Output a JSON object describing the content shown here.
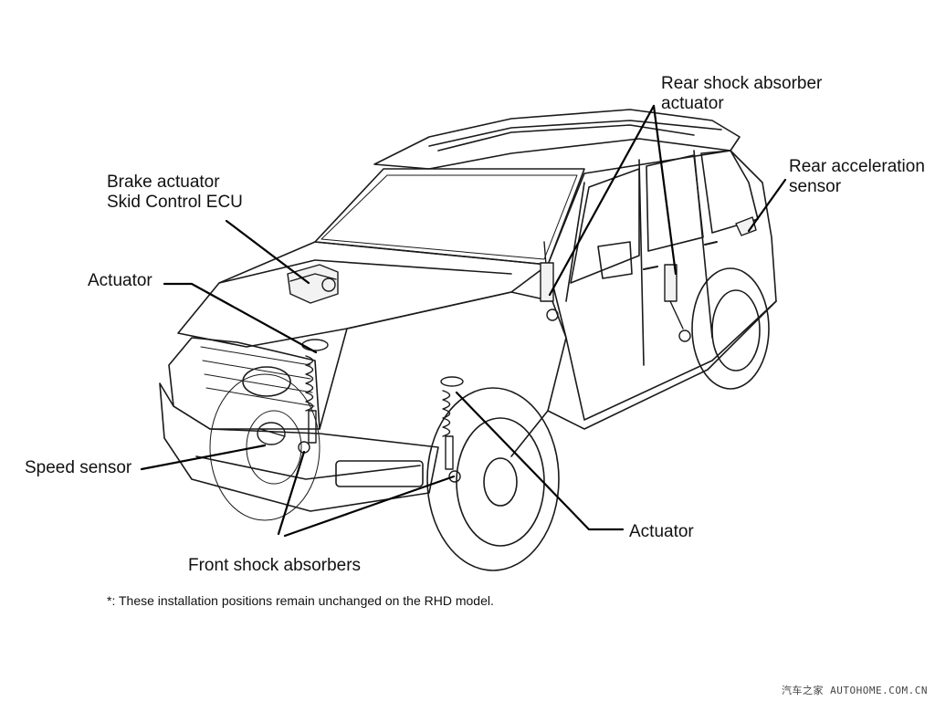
{
  "labels": {
    "brake_actuator": [
      "Brake actuator",
      "Skid Control ECU"
    ],
    "actuator_front": "Actuator",
    "speed_sensor": "Speed sensor",
    "front_shock_absorbers": "Front shock absorbers",
    "actuator_rear": "Actuator",
    "rear_shock_absorber_actuator": [
      "Rear shock absorber",
      "actuator"
    ],
    "rear_acceleration_sensor": [
      "Rear acceleration",
      "sensor"
    ]
  },
  "footnote": "*: These installation positions remain unchanged on the RHD model.",
  "watermark": "汽车之家 AUTOHOME.COM.CN"
}
